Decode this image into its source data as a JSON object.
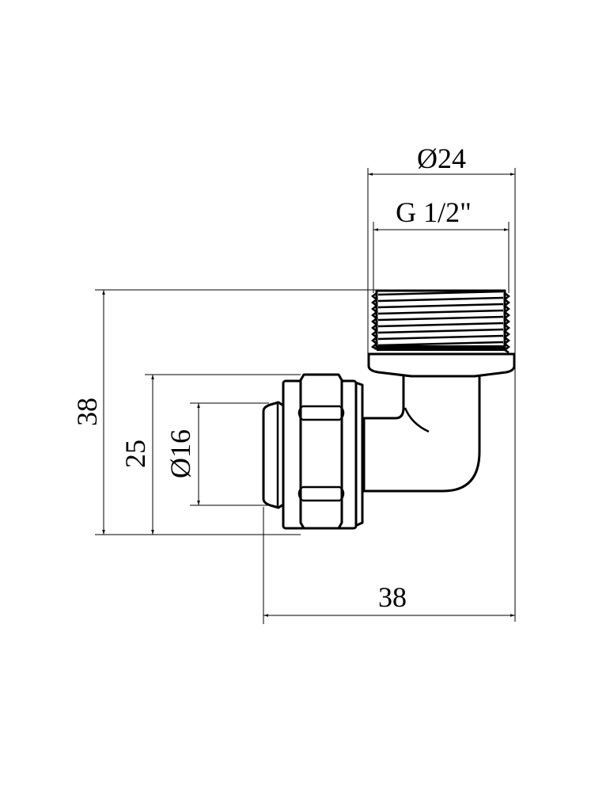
{
  "drawing": {
    "type": "technical-drawing",
    "subject": "elbow compression fitting with male thread",
    "dimensions": {
      "outer_diameter": "Ø24",
      "thread": "G 1/2\"",
      "height_total": "38",
      "nut_height": "25",
      "pipe_diameter": "Ø16",
      "width_total": "38"
    }
  }
}
